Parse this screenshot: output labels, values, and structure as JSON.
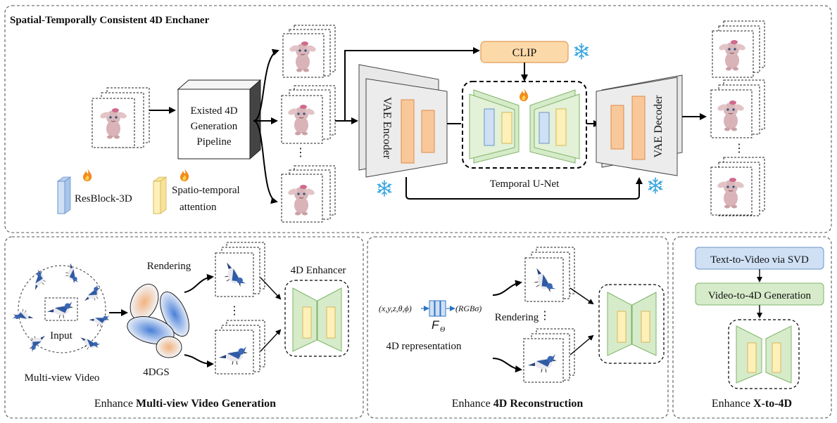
{
  "top_panel": {
    "title": "Spatial-Temporally Consistent 4D Enchaner",
    "existing_pipeline": [
      "Existed 4D",
      "Generation",
      "Pipeline"
    ],
    "clip_label": "CLIP",
    "vae_encoder_label": "VAE Encoder",
    "vae_decoder_label": "VAE Decoder",
    "unet_label": "Temporal U-Net",
    "legend": {
      "resblock": "ResBlock-3D",
      "attention_line1": "Spatio-temporal",
      "attention_line2": "attention"
    },
    "colors": {
      "clip_fill": "#fcd9a8",
      "unet_green": "#d6ebc9",
      "resblock_blue": "#cfe0f5",
      "attention_yellow": "#fdf0b8",
      "vae_orange": "#f8c89a",
      "snowflake": "#3aa7e0",
      "fire": "#f28b1e"
    }
  },
  "panel_mvg": {
    "input_label": "Input",
    "rendering_label": "Rendering",
    "enhancer_label": "4D Enhancer",
    "dgs_label": "4DGS",
    "multiview_label": "Multi-view Video",
    "caption_prefix": "Enhance ",
    "caption_bold": "Multi-view Video Generation"
  },
  "panel_recon": {
    "formula_input": "(x,y,z,θ,ϕ)",
    "formula_output": "(RGBσ)",
    "formula_function": "F",
    "formula_subscript": "Θ",
    "rendering_label": "Rendering",
    "representation_label": "4D representation",
    "caption_prefix": "Enhance ",
    "caption_bold": "4D Reconstruction"
  },
  "panel_x4d": {
    "box1": "Text-to-Video via SVD",
    "box2": "Video-to-4D Generation",
    "caption_prefix": "Enhance ",
    "caption_bold": "X-to-4D"
  },
  "icons": {
    "fire": "fire-icon",
    "snowflake": "snowflake-icon",
    "character": "character-icon",
    "bird": "bird-icon"
  }
}
